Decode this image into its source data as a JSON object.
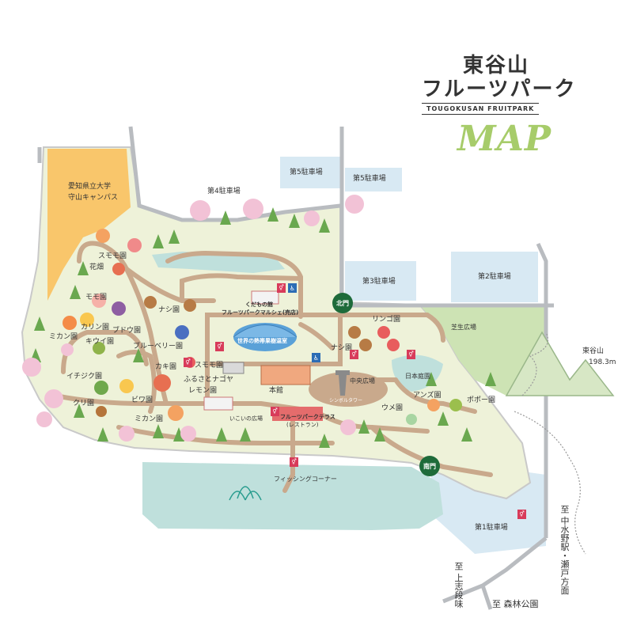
{
  "title": {
    "line1": "東谷山",
    "line2": "フルーツパーク",
    "romaji": "TOUGOKUSAN FRUITPARK",
    "map": "MAP"
  },
  "parking": {
    "p1": "第1駐車場",
    "p2": "第2駐車場",
    "p3": "第3駐車場",
    "p4": "第4駐車場",
    "p5a": "第5駐車場",
    "p5b": "第5駐車場"
  },
  "gates": {
    "north": "北門",
    "south": "南門"
  },
  "labels": {
    "university_1": "愛知県立大学",
    "university_2": "守山キャンパス",
    "sumomo_top": "スモモ園",
    "hanabatake": "花畑",
    "momo": "モモ園",
    "karin": "カリン園",
    "mikan_left": "ミカン園",
    "kiwi": "キウイ園",
    "budou": "ブドウ園",
    "ichijiku": "イチジク園",
    "kuri": "クリ園",
    "nashi_left": "ナシ園",
    "blueberry": "ブルーベリー園",
    "kaki": "カキ園",
    "biwa": "ビワ園",
    "sumomo_mid": "スモモ園",
    "furusato_1": "ふるさとナゴヤ",
    "furusato_2": "レモン園",
    "mikan_bottom": "ミカン園",
    "kudamono_1": "くだもの館",
    "kudamono_2": "フルーツパークマルシェ(売店)",
    "greenhouse": "世界の熱帯果樹温室",
    "honkan": "本館",
    "ikoi": "いこいの広場",
    "terrace_1": "フルーツパークテラス",
    "terrace_2": "(レストラン)",
    "symbol_tower": "シンボルタワー",
    "chuou": "中央広場",
    "nihon_teien": "日本庭園",
    "ringo": "リンゴ園",
    "nashi_right": "ナシ園",
    "anzu": "アンズ園",
    "ume": "ウメ園",
    "popo": "ポポー園",
    "shiba": "芝生広場",
    "fishing": "フィッシングコーナー",
    "mountain": "東谷山",
    "elevation": "198.3m",
    "to_station": "至 中水野駅・瀬戸方面",
    "to_kamishidami": "至 上志段味",
    "to_shinrin": "至 森林公園"
  },
  "icons": {
    "wc": "restroom-icon",
    "accessible": "wheelchair-icon",
    "tree": "tree-icon",
    "sakura": "cherry-blossom-icon"
  },
  "colors": {
    "park_ground": "#eef2d9",
    "path": "#c9a98c",
    "water": "#bfe0dc",
    "parking": "#d8e9f3",
    "tree_green": "#6aa84f",
    "sakura": "#f2c2d6",
    "gate_green": "#1e6b3a",
    "university": "#f9c66b",
    "map_title": "#a7cc6a"
  }
}
